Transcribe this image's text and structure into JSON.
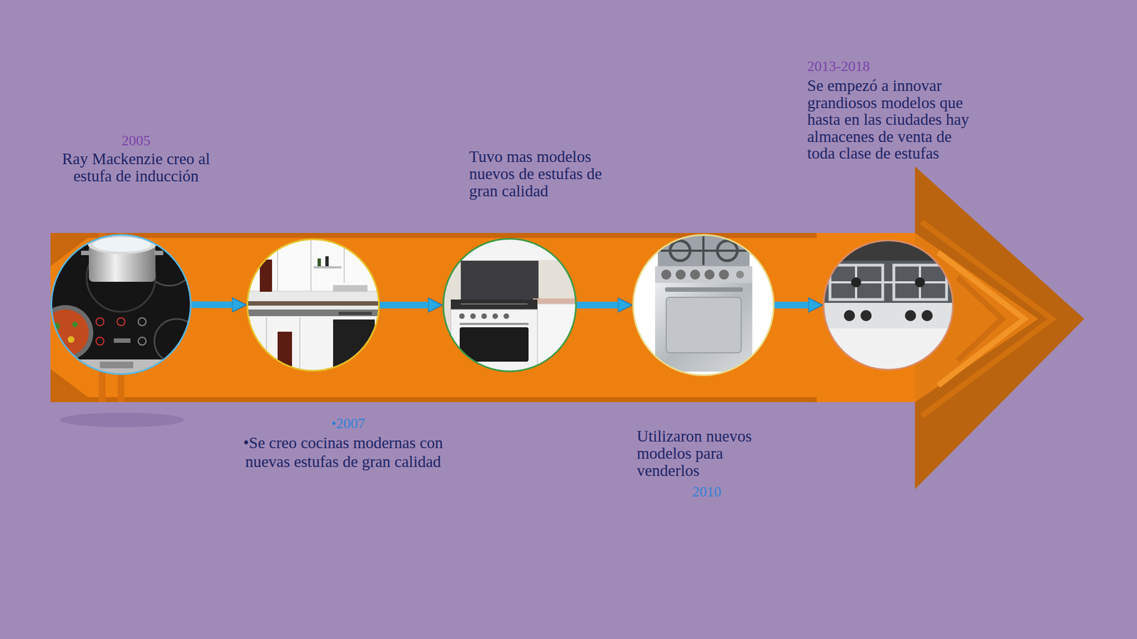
{
  "diagram": {
    "nodes": [
      {
        "text": [
          "2005",
          "Ray Mackenzie creo al estufa de inducción"
        ]
      },
      {
        "text": [
          "•2007",
          "•Se creo cocinas modernas con nuevas estufas de gran calidad"
        ]
      },
      {
        "text": [
          "Tuvo mas modelos nuevos de estufas de gran calidad"
        ]
      },
      {
        "text": [
          "Utilizaron nuevos modelos para venderlos",
          "2010"
        ]
      },
      {
        "text": [
          "2013-2018",
          "Se empezó a innovar grandiosos modelos que hasta en las ciudades hay almacenes de venta de toda clase de estufas"
        ]
      }
    ],
    "edges": [
      {
        "from": 0,
        "to": 1,
        "arrow": "to"
      },
      {
        "from": 1,
        "to": 2,
        "arrow": "to"
      },
      {
        "from": 2,
        "to": 3,
        "arrow": "to"
      },
      {
        "from": 3,
        "to": 4,
        "arrow": "to"
      }
    ]
  }
}
